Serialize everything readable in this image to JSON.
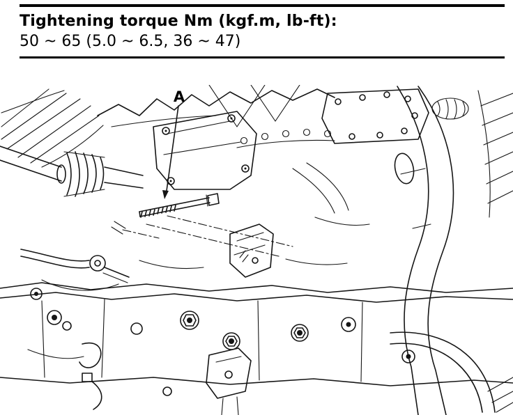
{
  "page": {
    "paper_color": "#ffffff",
    "ink_color": "#000000"
  },
  "spec_header": {
    "title": "Tightening torque Nm (kgf.m, lb-ft):",
    "value": "50 ~ 65 (5.0 ~ 6.5, 36 ~ 47)"
  },
  "diagram": {
    "callout_label": "A"
  }
}
